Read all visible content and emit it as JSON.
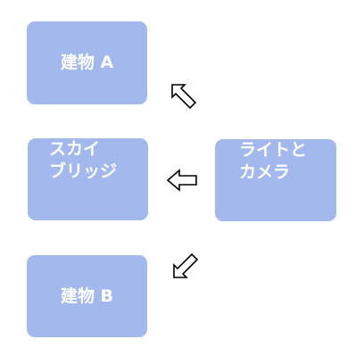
{
  "nodes": {
    "building_a": "建物 A",
    "skybridge": [
      "スカイ",
      "ブリッジ"
    ],
    "light_camera": [
      "ライトと",
      "カメラ"
    ],
    "building_b": "建物 B"
  },
  "colors": {
    "node_fill": "#a3b9ee",
    "node_text": "#ffffff",
    "arrow_stroke": "#000000",
    "arrow_fill": "#ffffff"
  },
  "arrows": [
    {
      "from": "light_camera",
      "to": "building_a",
      "icon": "arrow-up-left-icon"
    },
    {
      "from": "light_camera",
      "to": "skybridge",
      "icon": "arrow-left-icon"
    },
    {
      "from": "light_camera",
      "to": "building_b",
      "icon": "arrow-down-left-icon"
    }
  ]
}
